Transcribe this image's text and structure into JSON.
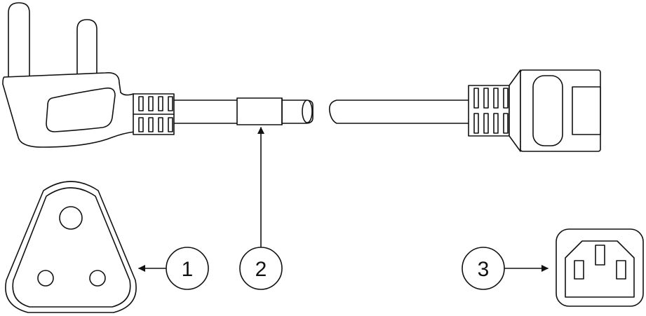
{
  "callouts": [
    {
      "id": "1",
      "label": "1"
    },
    {
      "id": "2",
      "label": "2"
    },
    {
      "id": "3",
      "label": "3"
    }
  ],
  "colors": {
    "stroke": "#111111",
    "background": "#ffffff"
  }
}
